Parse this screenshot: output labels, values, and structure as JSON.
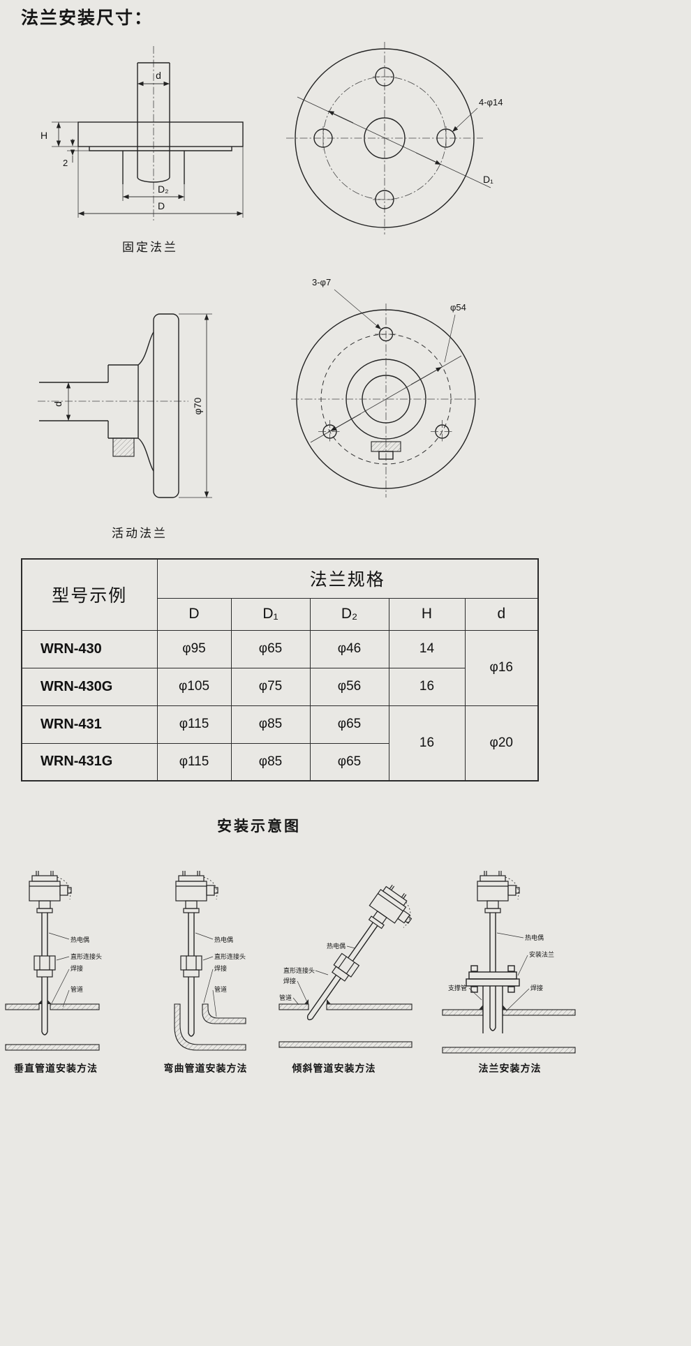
{
  "page": {
    "title": "法兰安装尺寸："
  },
  "fixed_flange": {
    "caption": "固定法兰",
    "dims": {
      "d": "d",
      "H": "H",
      "step": "2",
      "D2": "D₂",
      "D": "D",
      "holes": "4-φ14",
      "D1": "D₁"
    }
  },
  "movable_flange": {
    "caption": "活动法兰",
    "dims": {
      "d": "d",
      "disc": "φ70",
      "holes": "3-φ7",
      "bolt_circle": "φ54"
    }
  },
  "spec_table": {
    "model_header": "型号示例",
    "spec_header": "法兰规格",
    "columns": [
      "D",
      "D₁",
      "D₂",
      "H",
      "d"
    ],
    "rows": [
      {
        "model": "WRN-430",
        "D": "φ95",
        "D1": "φ65",
        "D2": "φ46",
        "H": "14"
      },
      {
        "model": "WRN-430G",
        "D": "φ105",
        "D1": "φ75",
        "D2": "φ56",
        "H": "16"
      },
      {
        "model": "WRN-431",
        "D": "φ115",
        "D1": "φ85",
        "D2": "φ65",
        "H": "16"
      },
      {
        "model": "WRN-431G",
        "D": "φ115",
        "D1": "φ85",
        "D2": "φ65"
      }
    ],
    "d_group1": "φ16",
    "d_group2": "φ20"
  },
  "installation": {
    "heading": "安装示意图",
    "diagrams": [
      {
        "caption": "垂直管道安装方法",
        "labels": {
          "thermocouple": "热电偶",
          "connector": "直形连接头",
          "weld": "焊接",
          "pipe": "管道"
        }
      },
      {
        "caption": "弯曲管道安装方法",
        "labels": {
          "thermocouple": "热电偶",
          "connector": "直形连接头",
          "weld": "焊接",
          "pipe": "管道"
        }
      },
      {
        "caption": "倾斜管道安装方法",
        "labels": {
          "thermocouple": "热电偶",
          "connector": "直形连接头",
          "weld": "焊接",
          "pipe": "管道"
        }
      },
      {
        "caption": "法兰安装方法",
        "labels": {
          "thermocouple": "热电偶",
          "flange": "安装法兰",
          "support": "支撑管",
          "weld": "焊接"
        }
      }
    ]
  }
}
